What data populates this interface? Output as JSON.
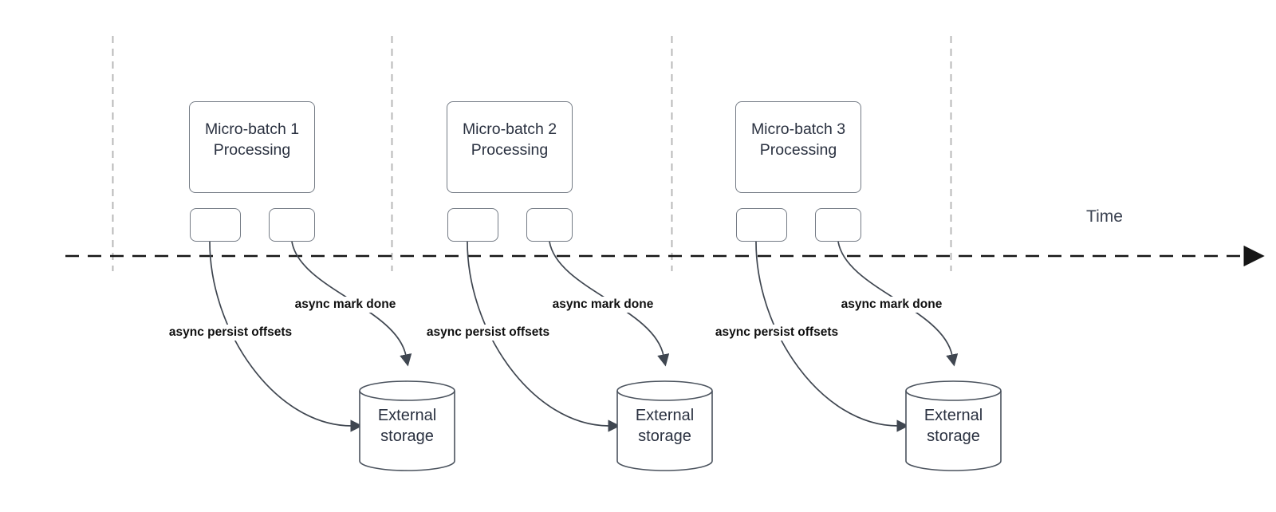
{
  "diagram": {
    "timeline": {
      "label": "Time"
    },
    "groups": [
      {
        "box_title": "Micro-batch 1",
        "box_subtitle": "Processing",
        "persist_label": "async persist offsets",
        "mark_label": "async mark done",
        "storage_line1": "External",
        "storage_line2": "storage"
      },
      {
        "box_title": "Micro-batch 2",
        "box_subtitle": "Processing",
        "persist_label": "async persist offsets",
        "mark_label": "async mark done",
        "storage_line1": "External",
        "storage_line2": "storage"
      },
      {
        "box_title": "Micro-batch 3",
        "box_subtitle": "Processing",
        "persist_label": "async persist offsets",
        "mark_label": "async mark done",
        "storage_line1": "External",
        "storage_line2": "storage"
      }
    ],
    "colors": {
      "background": "#ffffff",
      "gridline": "#b2b2b2",
      "timeline": "#161616",
      "shape_border": "#747b85",
      "cylinder_border": "#4a525d",
      "arrow": "#3f4650",
      "shape_text": "#2a3140",
      "edge_label_text": "#0f0f0f",
      "time_text": "#3a4150"
    }
  }
}
